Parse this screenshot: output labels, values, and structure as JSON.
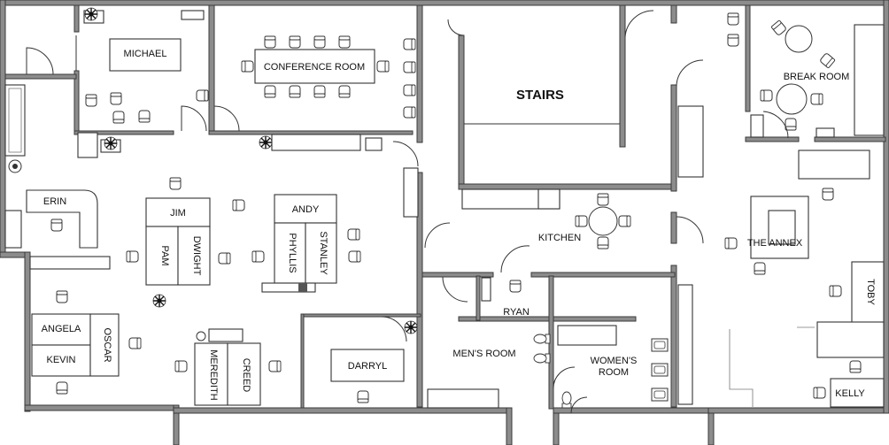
{
  "rooms": {
    "michael": "MICHAEL",
    "conference_room": "CONFERENCE ROOM",
    "stairs": "STAIRS",
    "break_room": "BREAK ROOM",
    "erin": "ERIN",
    "jim": "JIM",
    "pam": "PAM",
    "dwight": "DWIGHT",
    "andy": "ANDY",
    "phyllis": "PHYLLIS",
    "stanley": "STANLEY",
    "kitchen": "KITCHEN",
    "the_annex": "THE ANNEX",
    "toby": "TOBY",
    "ryan": "RYAN",
    "angela": "ANGELA",
    "kevin": "KEVIN",
    "oscar": "OSCAR",
    "meredith": "MEREDITH",
    "creed": "CREED",
    "darryl": "DARRYL",
    "mens_room": "MEN'S ROOM",
    "womens_room_line1": "WOMEN'S",
    "womens_room_line2": "ROOM",
    "kelly": "KELLY"
  },
  "colors": {
    "wall": "#8c8c8c",
    "furniture": "#ffffff",
    "stroke": "#333333"
  }
}
